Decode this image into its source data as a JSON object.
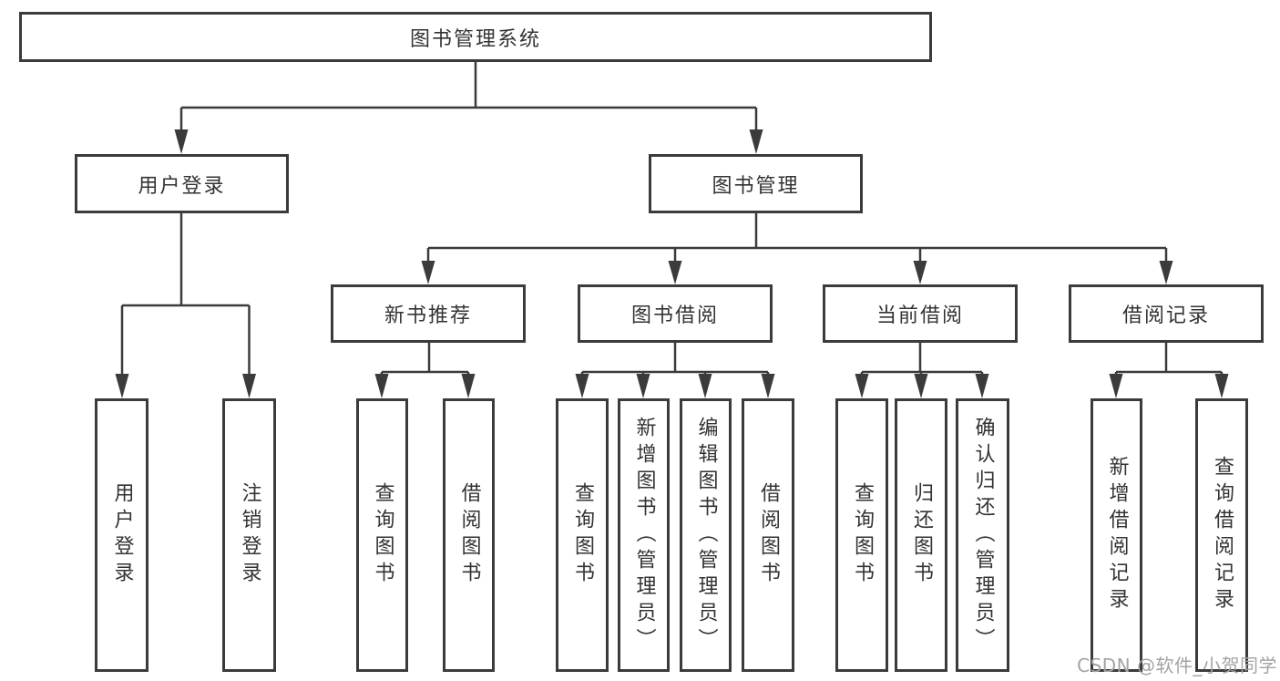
{
  "watermark": "CSDN @软件_小贺同学",
  "colors": {
    "line": "#3b3b3b",
    "box_border": "#3b3b3b",
    "text": "#333333",
    "watermark": "#a3a3a3",
    "background": "#ffffff"
  },
  "nodes": {
    "root": "图书管理系统",
    "user_login": "用户登录",
    "book_mgmt": "图书管理",
    "new_book": "新书推荐",
    "book_borrow": "图书借阅",
    "current_borrow": "当前借阅",
    "borrow_record": "借阅记录",
    "leaf_user_login": "用户登录",
    "leaf_logout": "注销登录",
    "leaf_newbook_query": "查询图书",
    "leaf_newbook_borrow": "借阅图书",
    "leaf_borrow_query": "查询图书",
    "leaf_borrow_add_admin": "新增图书（管理员）",
    "leaf_borrow_edit_admin": "编辑图书（管理员）",
    "leaf_borrow_borrow": "借阅图书",
    "leaf_current_query": "查询图书",
    "leaf_current_return": "归还图书",
    "leaf_current_confirm_admin": "确认归还（管理员）",
    "leaf_record_add": "新增借阅记录",
    "leaf_record_query": "查询借阅记录"
  }
}
